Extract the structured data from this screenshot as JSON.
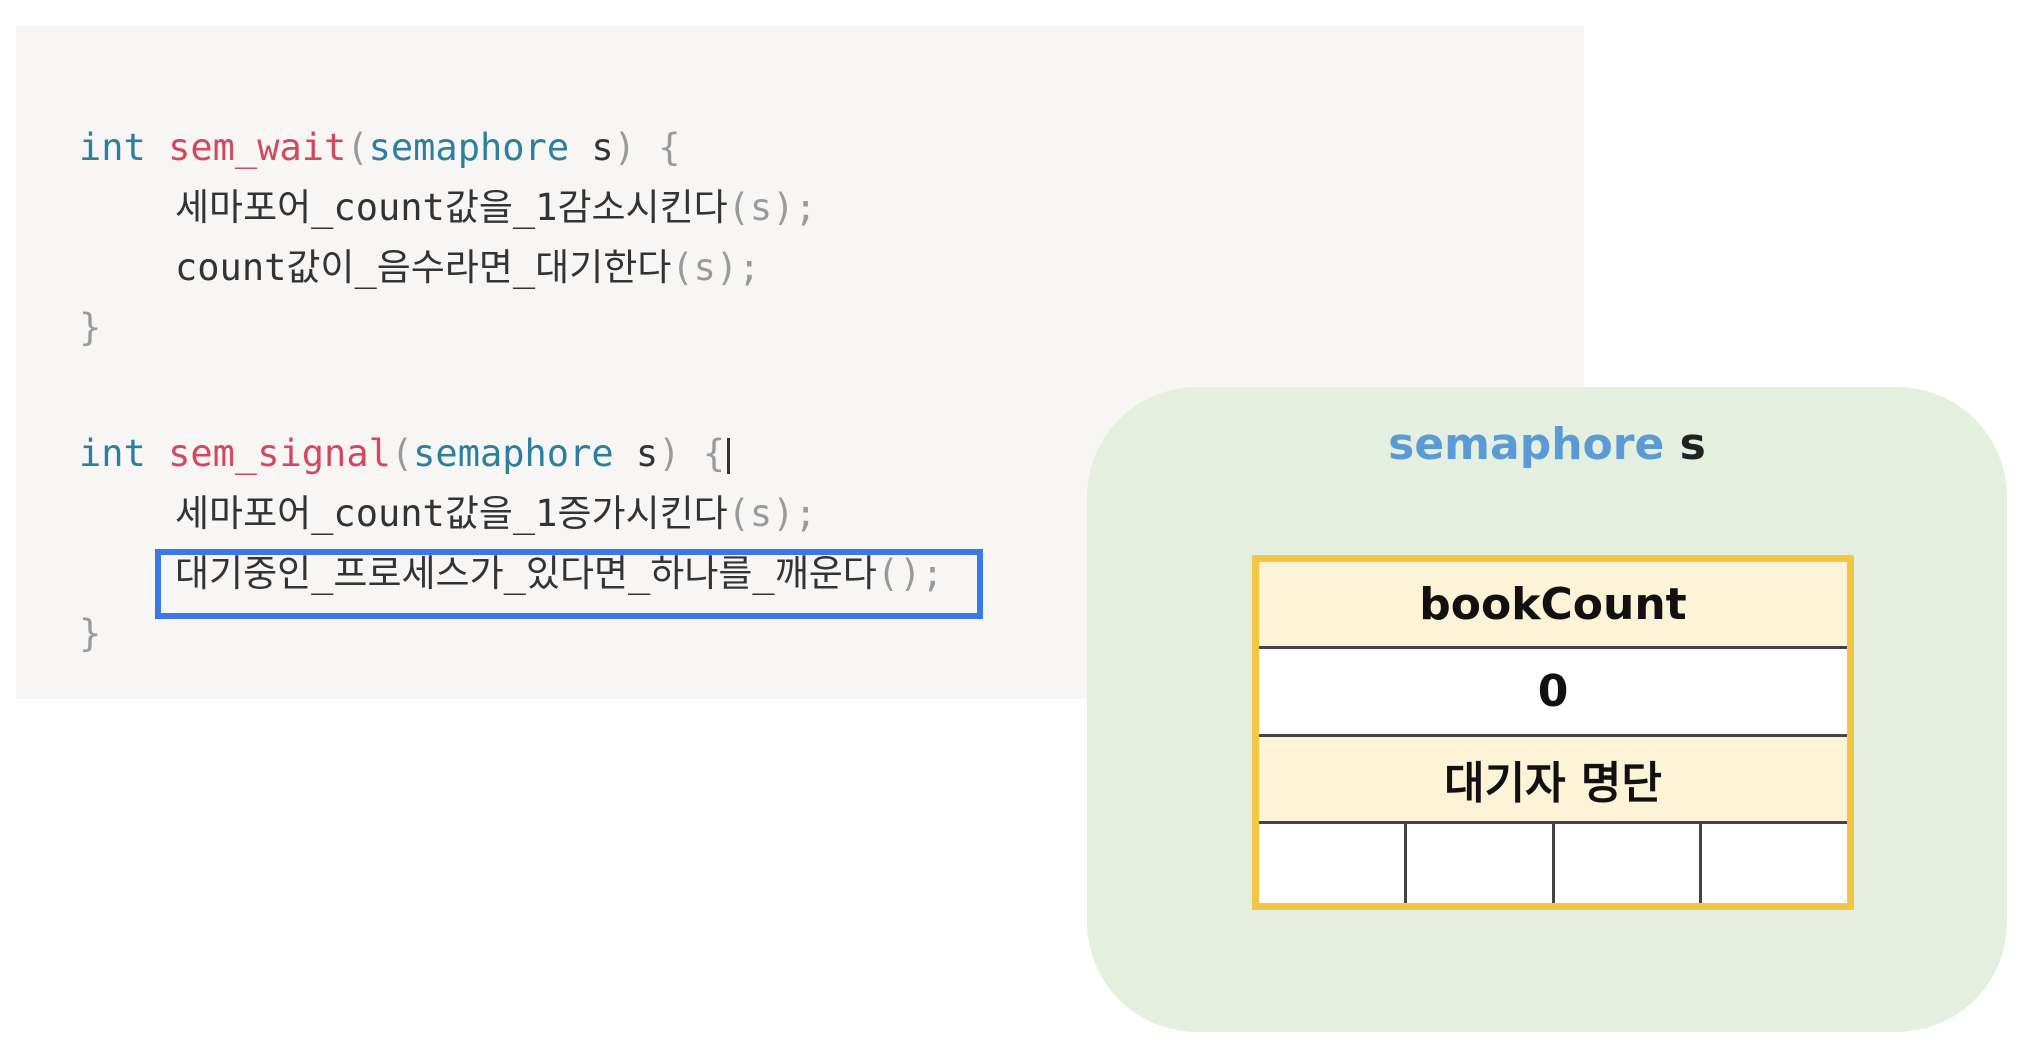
{
  "code": {
    "wait": {
      "kw": "int",
      "fn": "sem_wait",
      "open": "(",
      "type": "semaphore",
      "param": " s",
      "close": ")",
      "brace_open": "{",
      "line1": "세마포어_count값을_1감소시킨다",
      "line1_args": "(s);",
      "line2": "count값이_음수라면_대기한다",
      "line2_args": "(s);",
      "brace_close": "}"
    },
    "signal": {
      "kw": "int",
      "fn": "sem_signal",
      "open": "(",
      "type": "semaphore",
      "param": " s",
      "close": ")",
      "brace_open": "{",
      "line1": "세마포어_count값을_1증가시킨다",
      "line1_args": "(s);",
      "line2": "대기중인_프로세스가_있다면_하나를_깨운다",
      "line2_args": "();",
      "brace_close": "}"
    }
  },
  "semaphore": {
    "title_word1": "semaphore",
    "title_word2": "s",
    "field_name": "bookCount",
    "field_value": "0",
    "queue_label": "대기자 명단",
    "queue_slot_count": 4
  },
  "colors": {
    "highlight": "#3b78e7",
    "struct_border": "#f3c646",
    "panel_bg": "#e5efdf"
  }
}
